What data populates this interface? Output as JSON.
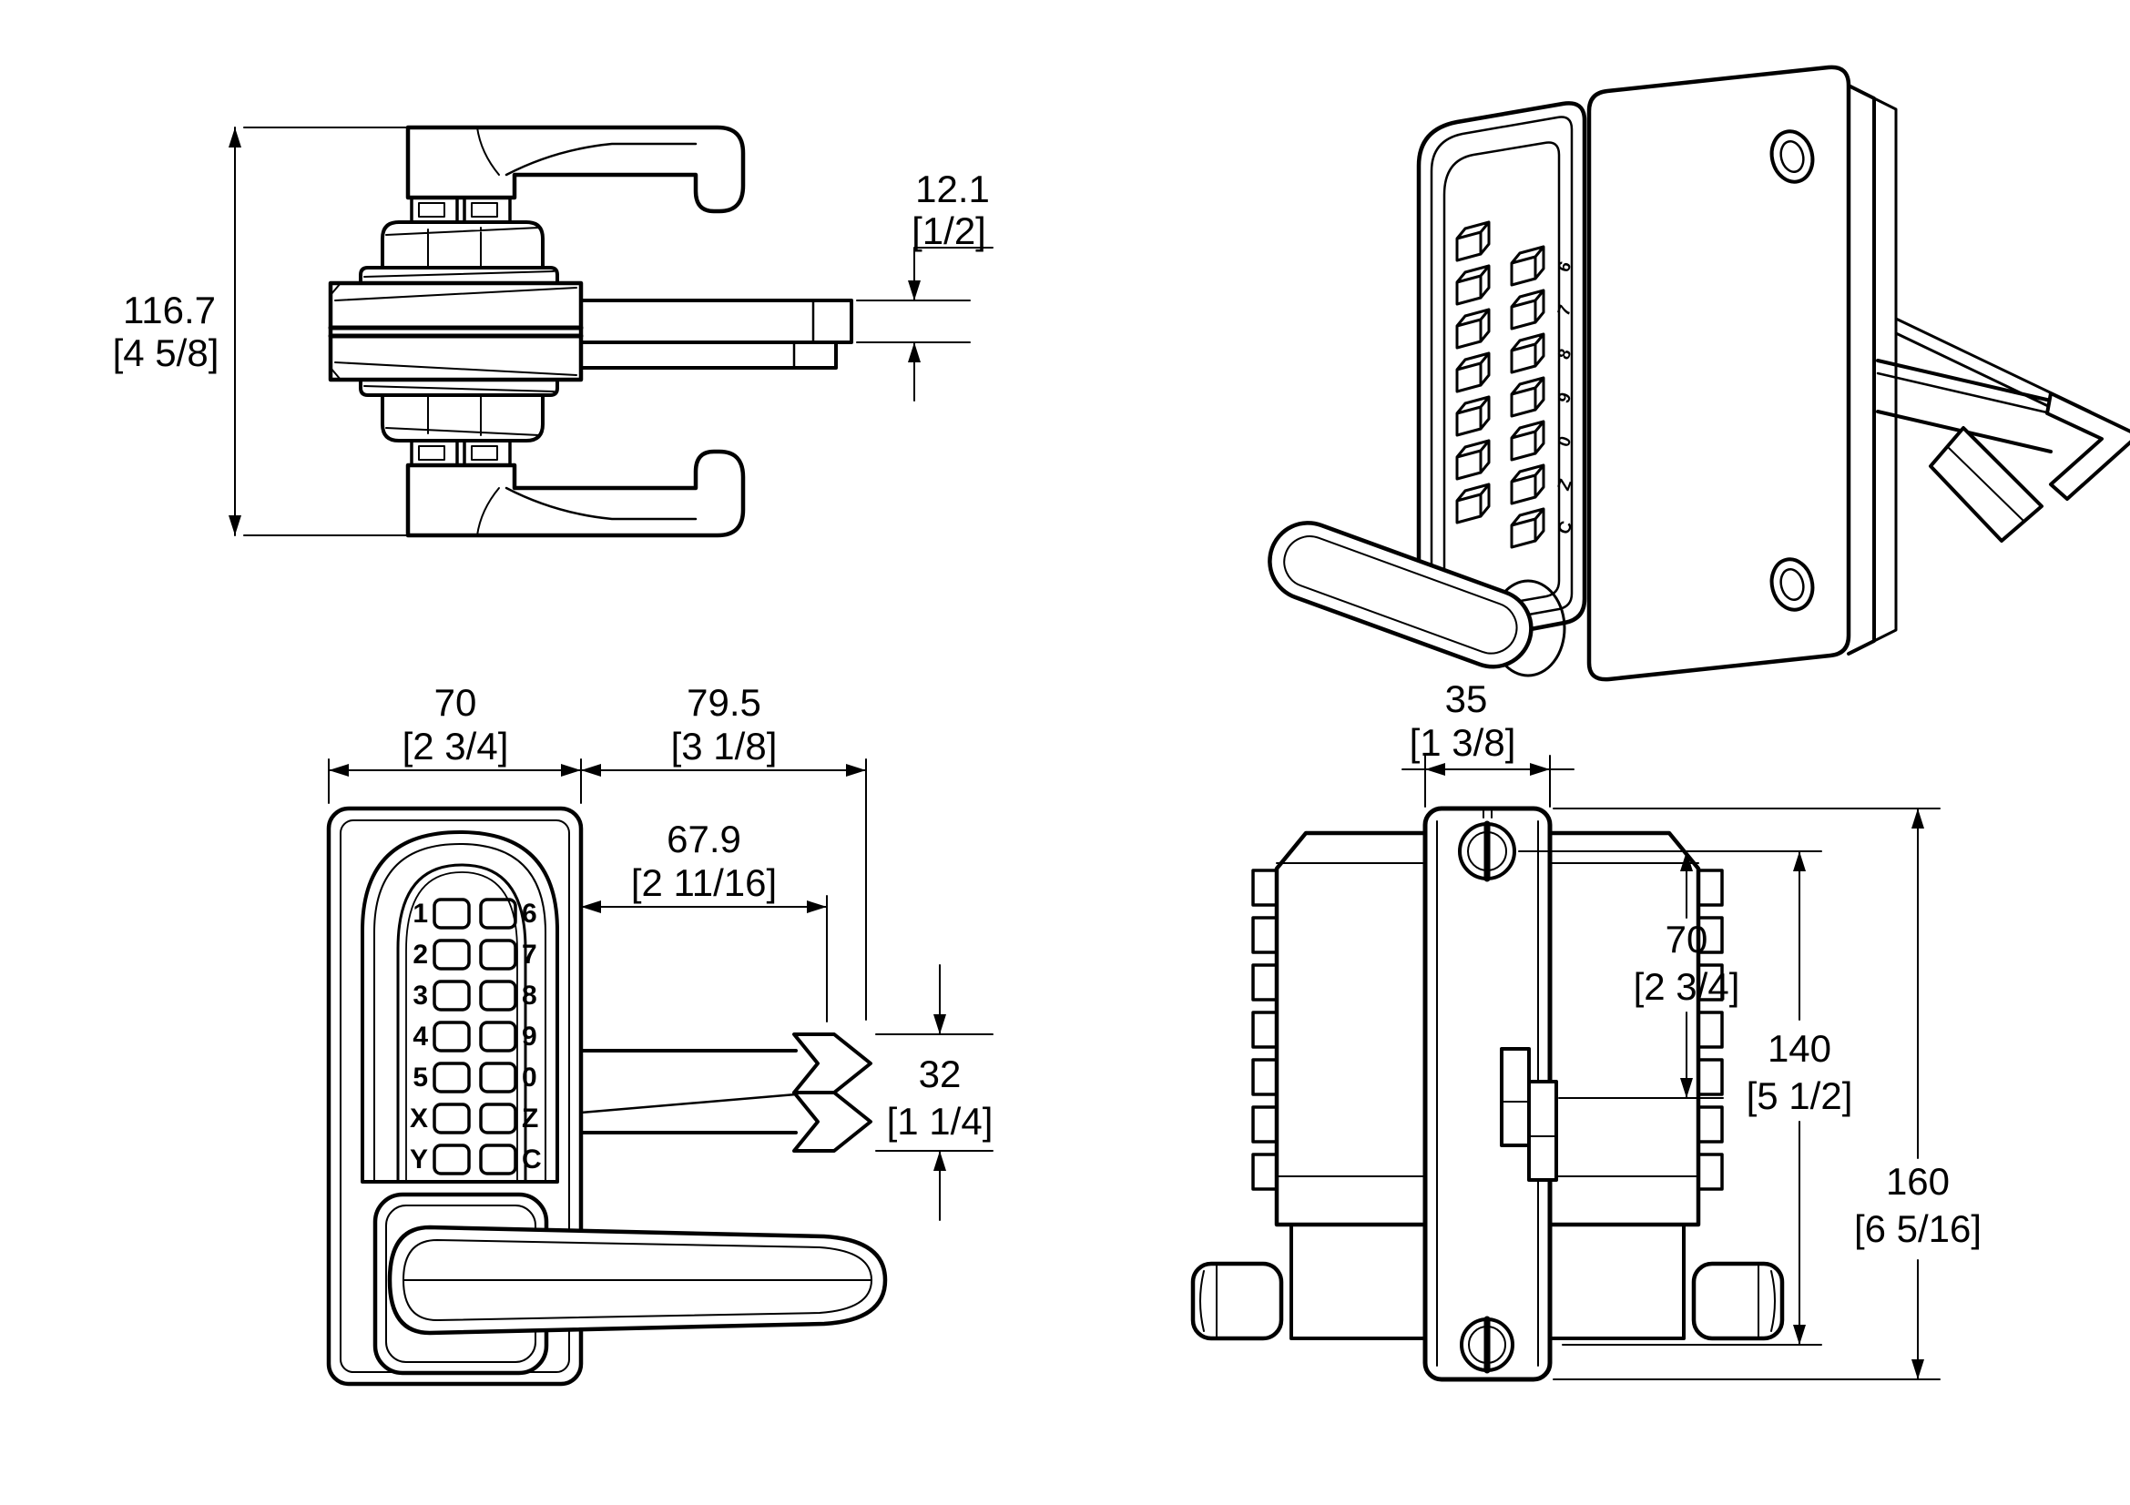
{
  "drawing": {
    "background": "#ffffff",
    "line_color": "#000000",
    "dims": {
      "top_view": {
        "height_mm": "116.7",
        "height_in": "[4 5/8]",
        "latch_thickness_mm": "12.1",
        "latch_thickness_in": "[1/2]"
      },
      "front_view": {
        "body_width_mm": "70",
        "body_width_in": "[2 3/4]",
        "latch_reach_mm": "79.5",
        "latch_reach_in": "[3 1/8]",
        "latch_throw_mm": "67.9",
        "latch_throw_in": "[2 11/16]",
        "latch_height_mm": "32",
        "latch_height_in": "[1 1/4]"
      },
      "side_view": {
        "channel_width_mm": "35",
        "channel_width_in": "[1 3/8]",
        "screw_to_latch_mm": "70",
        "screw_to_latch_in": "[2 3/4]",
        "screw_spacing_mm": "140",
        "screw_spacing_in": "[5 1/2]",
        "overall_height_mm": "160",
        "overall_height_in": "[6 5/16]"
      }
    },
    "keypad": {
      "left": [
        "1",
        "2",
        "3",
        "4",
        "5",
        "X",
        "Y"
      ],
      "right": [
        "6",
        "7",
        "8",
        "9",
        "0",
        "Z",
        "C"
      ]
    }
  }
}
